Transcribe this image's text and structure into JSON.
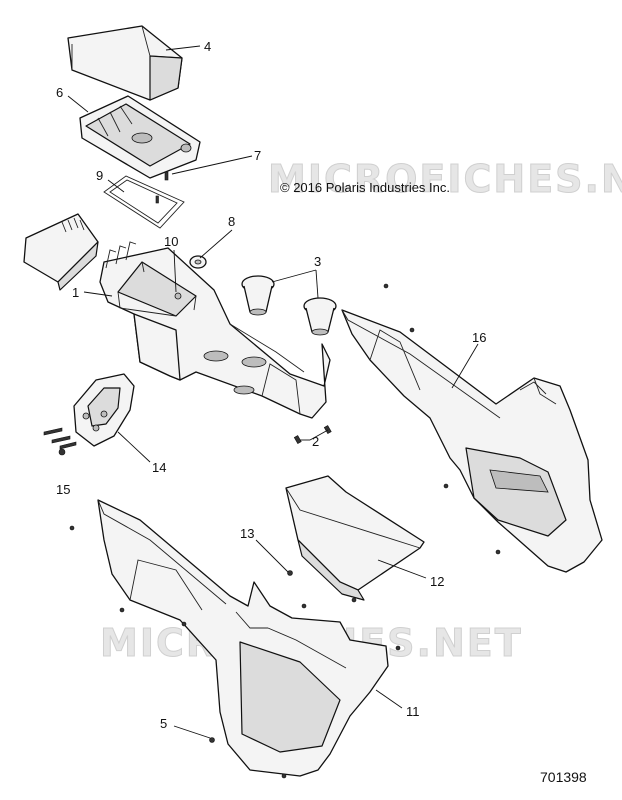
{
  "watermark": {
    "text_top": "MICROFICHES.NET",
    "text_bottom": "MICROFICHES.NET"
  },
  "copyright": "© 2016 Polaris Industries Inc.",
  "document_number": "701398",
  "callouts": {
    "c1": "1",
    "c2": "2",
    "c3": "3",
    "c4": "4",
    "c5": "5",
    "c6": "6",
    "c7": "7",
    "c8": "8",
    "c9": "9",
    "c10": "10",
    "c11": "11",
    "c12": "12",
    "c13": "13",
    "c14": "14",
    "c15": "15",
    "c16": "16"
  }
}
